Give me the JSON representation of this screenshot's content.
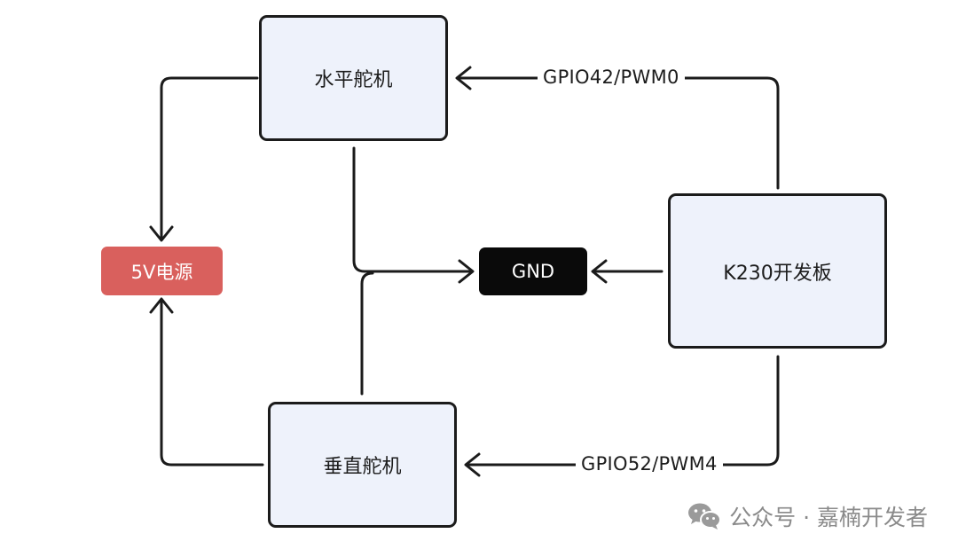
{
  "nodes": {
    "horizontal_servo": {
      "label": "水平舵机"
    },
    "vertical_servo": {
      "label": "垂直舵机"
    },
    "power_5v": {
      "label": "5V电源"
    },
    "gnd": {
      "label": "GND"
    },
    "k230_board": {
      "label": "K230开发板"
    }
  },
  "edges": {
    "k230_to_horizontal": {
      "label": "GPIO42/PWM0"
    },
    "k230_to_vertical": {
      "label": "GPIO52/PWM4"
    }
  },
  "watermark": {
    "text": "公众号 · 嘉楠开发者",
    "icon": "wechat-icon"
  },
  "colors": {
    "box_fill": "#eef2fb",
    "box_border": "#1b1b1b",
    "power_fill": "#d9605d",
    "power_text": "#ffffff",
    "gnd_fill": "#0a0a0a",
    "gnd_text": "#ffffff",
    "line": "#1b1b1b",
    "watermark": "#8a8a8a"
  }
}
